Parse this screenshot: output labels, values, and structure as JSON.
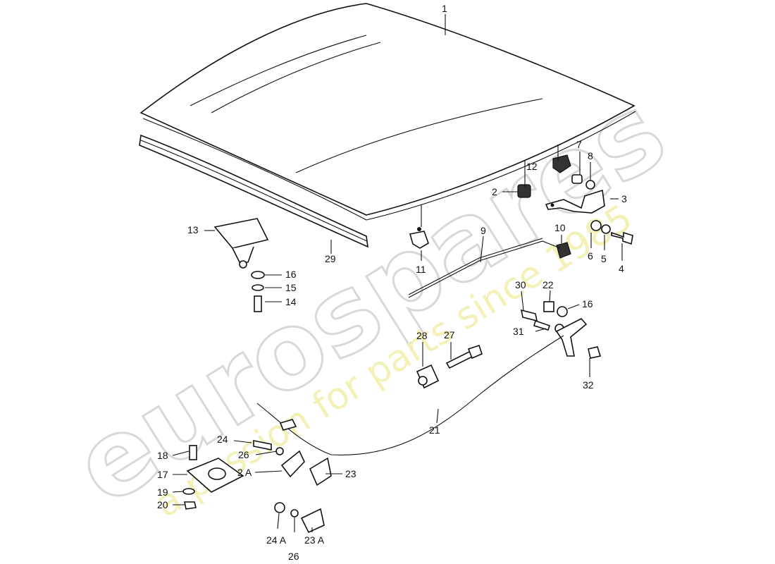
{
  "watermark": {
    "brand": "eurospares",
    "tagline": "a passion for parts since 1985"
  },
  "callouts": [
    {
      "id": "c1",
      "text": "1"
    },
    {
      "id": "c2",
      "text": "2"
    },
    {
      "id": "c2a",
      "text": "2 A"
    },
    {
      "id": "c3",
      "text": "3"
    },
    {
      "id": "c4",
      "text": "4"
    },
    {
      "id": "c5",
      "text": "5"
    },
    {
      "id": "c6",
      "text": "6"
    },
    {
      "id": "c7",
      "text": "7"
    },
    {
      "id": "c8",
      "text": "8"
    },
    {
      "id": "c9",
      "text": "9"
    },
    {
      "id": "c10",
      "text": "10"
    },
    {
      "id": "c11",
      "text": "11"
    },
    {
      "id": "c12",
      "text": "12"
    },
    {
      "id": "c13",
      "text": "13"
    },
    {
      "id": "c14",
      "text": "14"
    },
    {
      "id": "c15",
      "text": "15"
    },
    {
      "id": "c16a",
      "text": "16"
    },
    {
      "id": "c16b",
      "text": "16"
    },
    {
      "id": "c17",
      "text": "17"
    },
    {
      "id": "c18",
      "text": "18"
    },
    {
      "id": "c19",
      "text": "19"
    },
    {
      "id": "c20",
      "text": "20"
    },
    {
      "id": "c21",
      "text": "21"
    },
    {
      "id": "c22",
      "text": "22"
    },
    {
      "id": "c23",
      "text": "23"
    },
    {
      "id": "c23a",
      "text": "23 A"
    },
    {
      "id": "c24",
      "text": "24"
    },
    {
      "id": "c24a",
      "text": "24 A"
    },
    {
      "id": "c26a",
      "text": "26"
    },
    {
      "id": "c26b",
      "text": "26"
    },
    {
      "id": "c27",
      "text": "27"
    },
    {
      "id": "c28",
      "text": "28"
    },
    {
      "id": "c29",
      "text": "29"
    },
    {
      "id": "c30",
      "text": "30"
    },
    {
      "id": "c31",
      "text": "31"
    },
    {
      "id": "c32",
      "text": "32"
    }
  ]
}
